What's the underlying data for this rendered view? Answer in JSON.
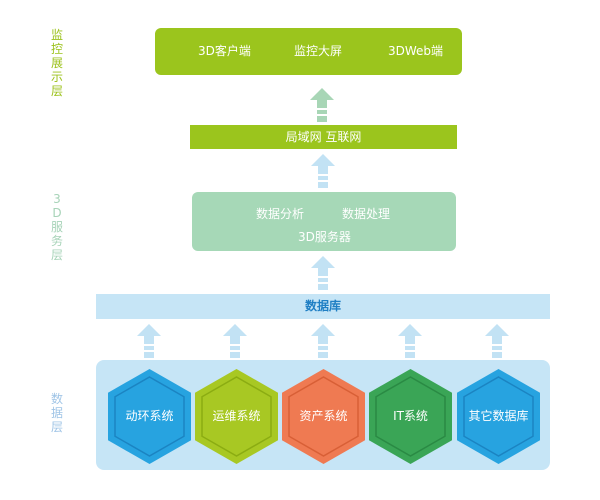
{
  "layers": {
    "monitor": "监控展示层",
    "service": "3D服务层",
    "data": "数据层"
  },
  "monitor_box": {
    "items": [
      "3D客户端",
      "监控大屏",
      "3DWeb端"
    ],
    "color": "#9bc51d"
  },
  "network": {
    "label": "局域网 互联网"
  },
  "service_box": {
    "analysis": "数据分析",
    "processing": "数据处理",
    "server": "3D服务器",
    "color": "#a6d8b7"
  },
  "database": {
    "label": "数据库",
    "color": "#c6e5f6"
  },
  "systems": [
    {
      "label": "动环系统",
      "fill": "#27a3e0",
      "inner": "#1b84c2"
    },
    {
      "label": "运维系统",
      "fill": "#a8c823",
      "inner": "#8bac12"
    },
    {
      "label": "资产系统",
      "fill": "#ef7a52",
      "inner": "#d85f36"
    },
    {
      "label": "IT系统",
      "fill": "#3aa556",
      "inner": "#2a8a44"
    },
    {
      "label": "其它数据库",
      "fill": "#27a3e0",
      "inner": "#1b84c2"
    }
  ]
}
